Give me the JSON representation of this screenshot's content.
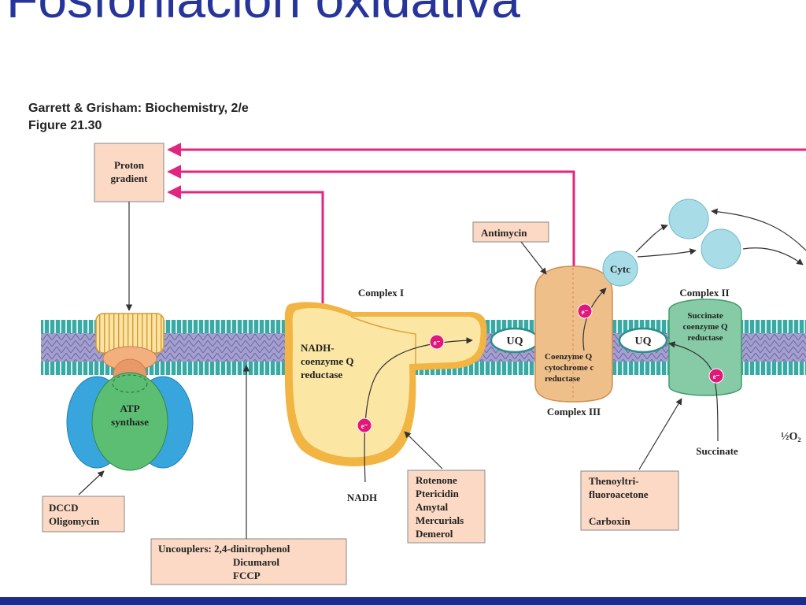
{
  "slide_title": "Fosforilación oxidativa",
  "figure_credit": {
    "line1": "Garrett & Grisham: Biochemistry, 2/e",
    "line2": "Figure 21.30"
  },
  "labels": {
    "proton_gradient_1": "Proton",
    "proton_gradient_2": "gradient",
    "atp_synthase_1": "ATP",
    "atp_synthase_2": "synthase",
    "complex_1_title": "Complex I",
    "complex_1_name_1": "NADH-",
    "complex_1_name_2": "coenzyme Q",
    "complex_1_name_3": "reductase",
    "complex_3_name_1": "Coenzyme Q",
    "complex_3_name_2": "cytochrome c",
    "complex_3_name_3": "reductase",
    "complex_3_title": "Complex III",
    "complex_2_title": "Complex II",
    "complex_2_name_1": "Succinate",
    "complex_2_name_2": "coenzyme Q",
    "complex_2_name_3": "reductase",
    "uq_1": "UQ",
    "uq_2": "UQ",
    "cytc": "Cytc",
    "electron": "e⁻",
    "nadh": "NADH",
    "succinate": "Succinate",
    "half_o2": "½O₂"
  },
  "inhibitors": {
    "atp_synthase": [
      "DCCD",
      "Oligomycin"
    ],
    "uncouplers": [
      "Uncouplers: 2,4-dinitrophenol",
      "Dicumarol",
      "FCCP"
    ],
    "complex_1": [
      "Rotenone",
      "Ptericidin",
      "Amytal",
      "Mercurials",
      "Demerol"
    ],
    "complex_3": "Antimycin",
    "complex_2": [
      "Thenoyltri-",
      "fluoroacetone",
      "",
      "Carboxin"
    ]
  },
  "colors": {
    "title": "#27349a",
    "proton_arrow": "#e0267f",
    "label_box_fill": "#fbd9c4",
    "membrane_teal": "#39a9a3",
    "membrane_purple": "#8a86bb",
    "complex_fill": "#fbe6a3",
    "complex_edge": "#f2b442",
    "complex_3_fill": "#efbf8a",
    "complex_2_fill": "#86cba6",
    "atp_blue": "#38a6dd",
    "atp_green": "#5bbe73",
    "cyt_c": "#a8dde8",
    "electron": "#e2177a",
    "footer": "#1d2c8c"
  }
}
